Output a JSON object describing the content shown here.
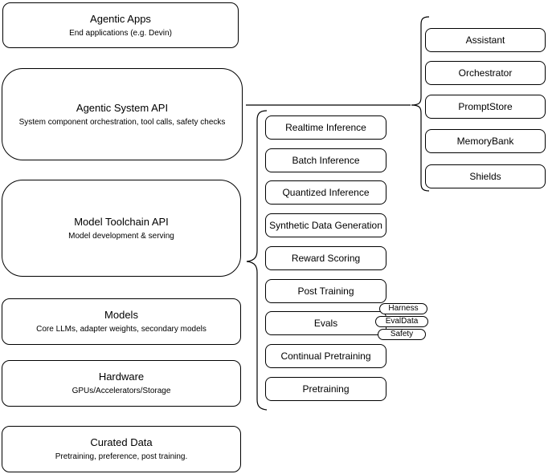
{
  "nodes": {
    "left": [
      {
        "title": "Agentic Apps",
        "subtitle": "End applications (e.g. Devin)"
      },
      {
        "title": "Agentic System API",
        "subtitle": "System component orchestration, tool calls, safety checks"
      },
      {
        "title": "Model Toolchain API",
        "subtitle": "Model development & serving"
      },
      {
        "title": "Models",
        "subtitle": "Core LLMs, adapter weights, secondary models"
      },
      {
        "title": "Hardware",
        "subtitle": "GPUs/Accelerators/Storage"
      },
      {
        "title": "Curated Data",
        "subtitle": "Pretraining, preference, post training."
      }
    ],
    "middle": [
      "Realtime Inference",
      "Batch Inference",
      "Quantized Inference",
      "Synthetic Data Generation",
      "Reward Scoring",
      "Post Training",
      "Evals",
      "Continual Pretraining",
      "Pretraining"
    ],
    "right": [
      "Assistant",
      "Orchestrator",
      "PromptStore",
      "MemoryBank",
      "Shields"
    ],
    "pills": [
      "Harness",
      "EvalData",
      "Safety"
    ]
  },
  "colors": {
    "stroke": "#000000",
    "fill": "#ffffff",
    "text": "#000000"
  }
}
